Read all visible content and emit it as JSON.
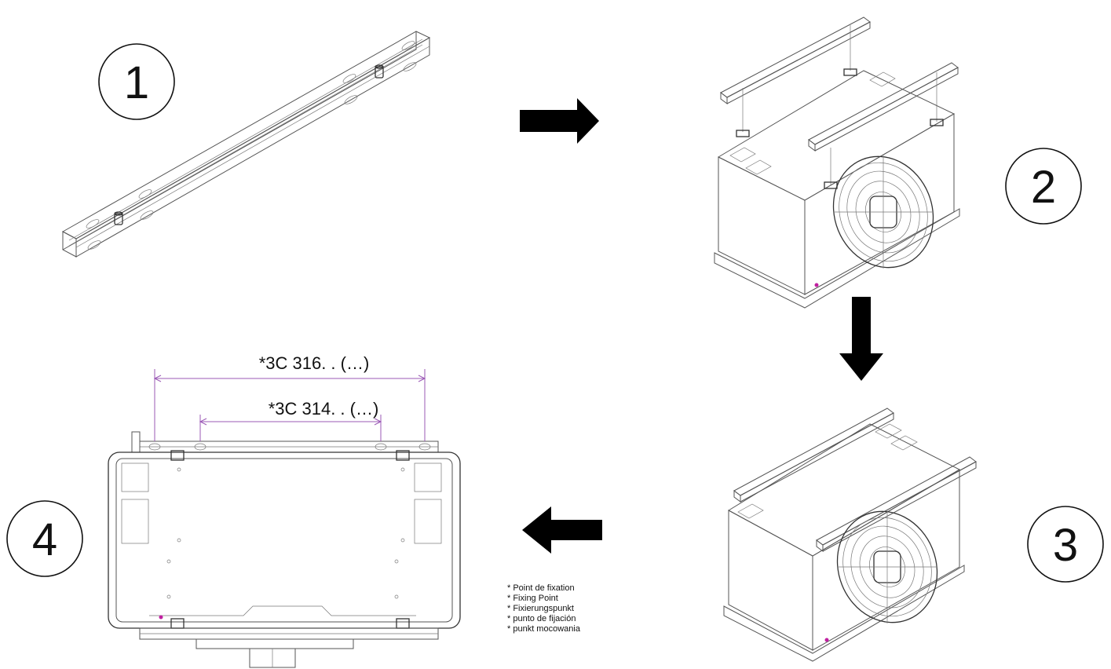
{
  "steps": [
    {
      "number": "1"
    },
    {
      "number": "2"
    },
    {
      "number": "3"
    },
    {
      "number": "4"
    }
  ],
  "dimensions": {
    "outer": "*3C 316. . (…)",
    "inner": "*3C 314. . (…)"
  },
  "legend": [
    "* Point de fixation",
    "* Fixing Point",
    "* Fixierungspunkt",
    "* punto de fijación",
    "* punkt mocowania"
  ],
  "colors": {
    "dimension_line": "#9b59b6",
    "fixing_point": "#c01fa0",
    "arrow": "#000000"
  }
}
